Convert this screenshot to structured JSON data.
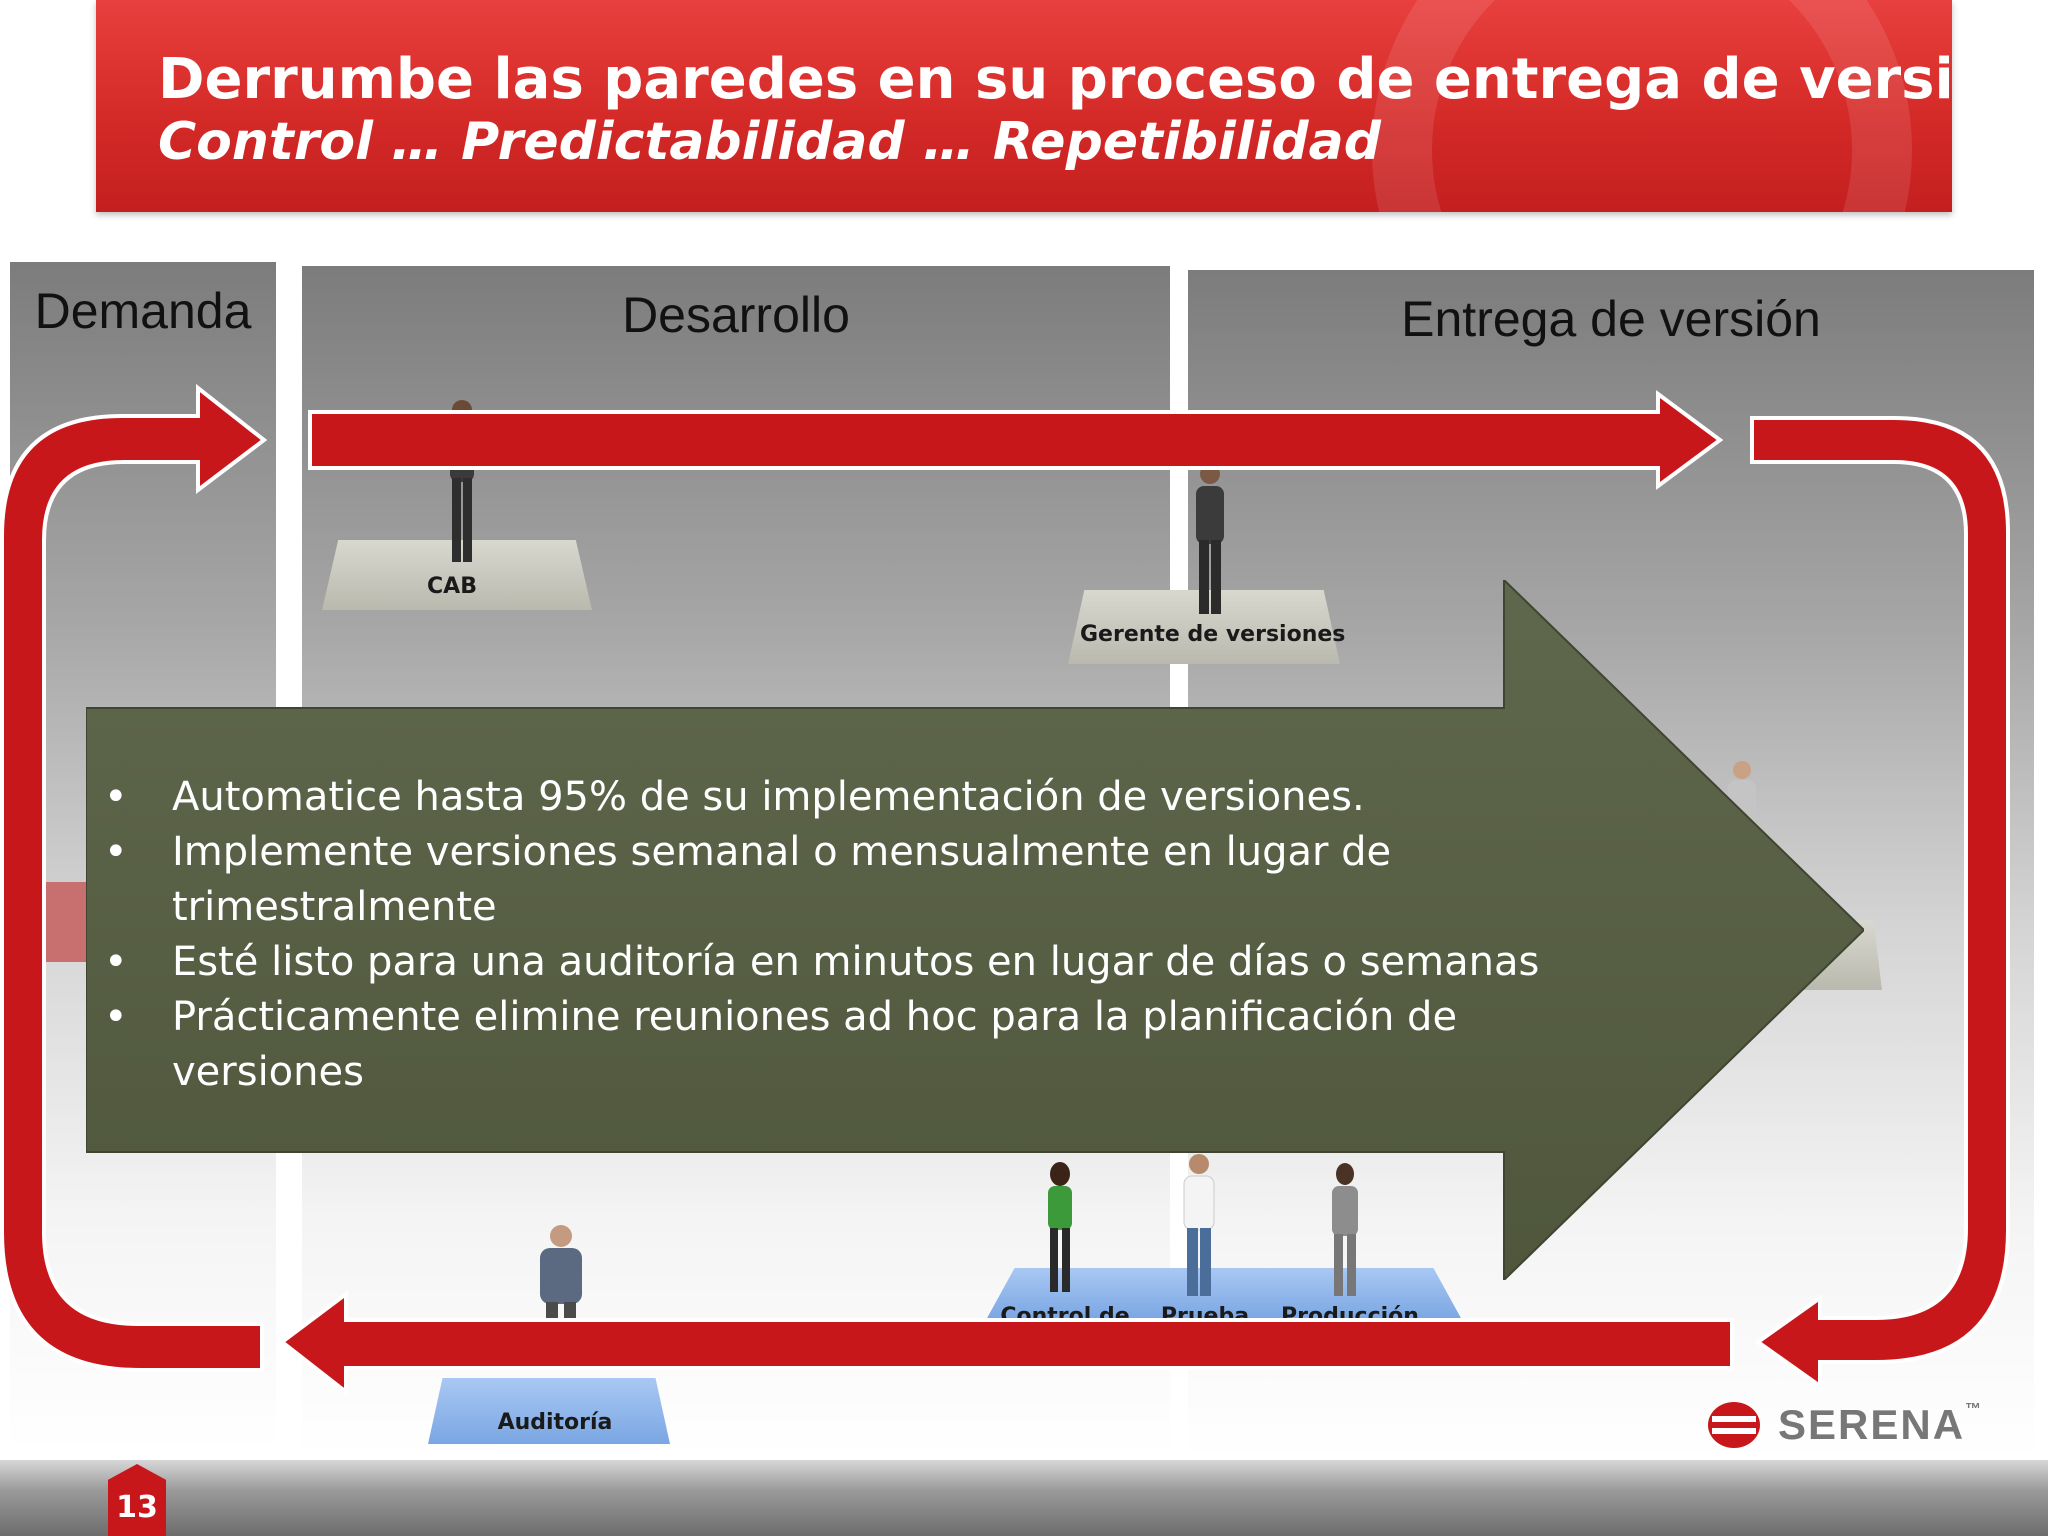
{
  "slide": {
    "title": "Derrumbe las paredes en su proceso de entrega de versiones",
    "subtitle": "Control … Predictabilidad … Repetibilidad",
    "page_number": "13"
  },
  "lanes": [
    {
      "label": "Demanda"
    },
    {
      "label": "Desarrollo"
    },
    {
      "label": "Entrega de versión"
    }
  ],
  "platforms": {
    "cab": "CAB",
    "release_manager": "Gerente de versiones",
    "version_control": "Control de",
    "testing": "Prueba",
    "production": "Producción",
    "audit": "Auditoría"
  },
  "callout": {
    "bullets": [
      "Automatice hasta 95% de su implementación de versiones.",
      "Implemente versiones semanal o mensualmente en lugar de trimestralmente",
      "Esté listo para una auditoría en minutos en lugar de días o semanas",
      "Prácticamente elimine reuniones ad hoc para la planificación de versiones"
    ],
    "bullet_symbol": "•"
  },
  "logo": {
    "text": "SERENA",
    "trademark": "™"
  },
  "colors": {
    "brand_red": "#c8171b",
    "callout_green": "#5c6449",
    "lane_gray": "#8a8a8a"
  }
}
